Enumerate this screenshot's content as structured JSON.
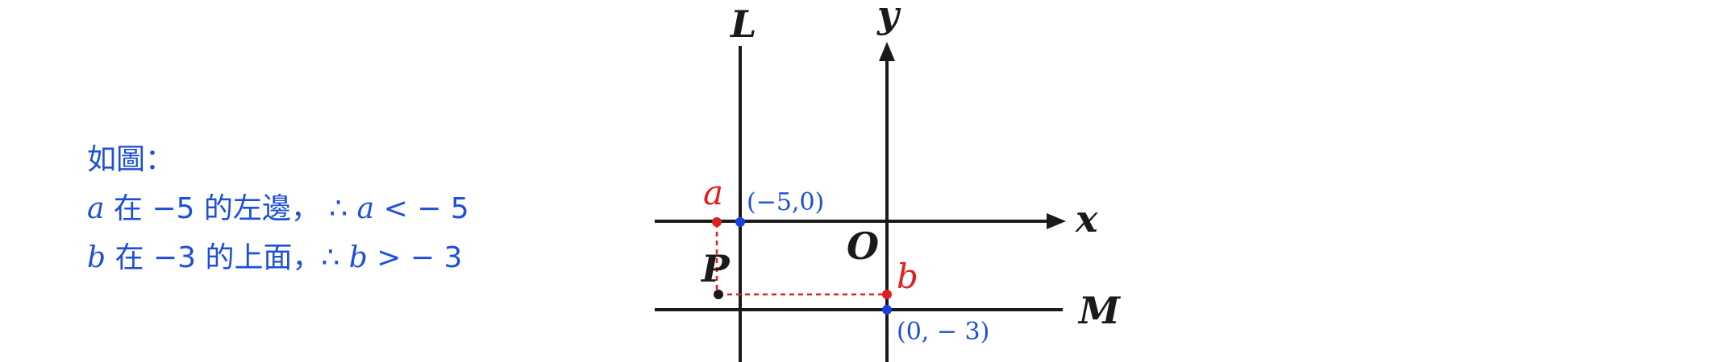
{
  "explanation": {
    "line1": "如圖：",
    "line2": {
      "var": "a",
      "text1": " 在 −5 的左邊，  ∴ ",
      "var2": "a",
      "text2": " < − 5"
    },
    "line3": {
      "var": "b",
      "text1": " 在 −3 的上面，∴ ",
      "var2": "b",
      "text2": " > − 3"
    }
  },
  "diagram": {
    "labels": {
      "L": "L",
      "y": "y",
      "x": "x",
      "O": "O",
      "M": "M",
      "P": "P",
      "a": "a",
      "b": "b",
      "point_neg5": "(−5,0)",
      "point_neg3": "(0, − 3)"
    },
    "colors": {
      "text_blue": "#1d4fd8",
      "red": "#e02020",
      "blue_point": "#1a3fe0",
      "black": "#1a1a1a"
    }
  }
}
